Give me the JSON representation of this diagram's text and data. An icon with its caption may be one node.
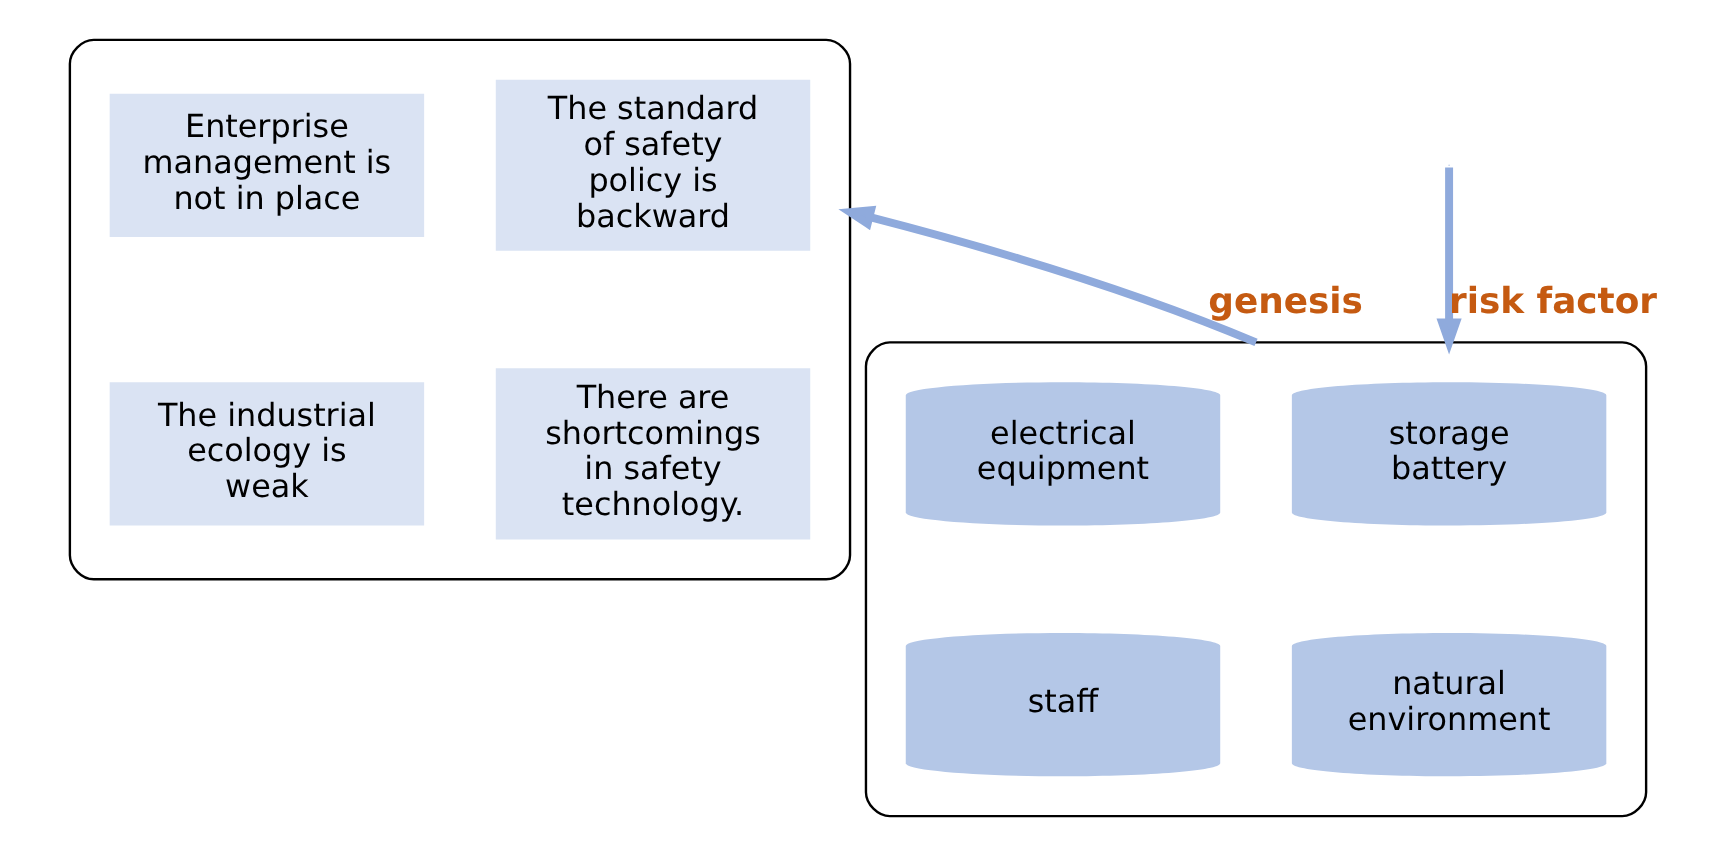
{
  "diagram": {
    "nodes": [
      {
        "text": [],
        "shape": "box"
      },
      {
        "text": [
          "storage battery"
        ],
        "in": 0
      },
      {
        "text": [
          "electrical equipment"
        ],
        "in": 0
      },
      {
        "text": [
          "natural environment"
        ],
        "in": 0
      },
      {
        "text": [
          "staff"
        ],
        "in": 0
      },
      {
        "text": [],
        "shape": "box"
      },
      {
        "text": [
          "The standard of safety policy is backward"
        ],
        "in": 5
      },
      {
        "text": [
          "Enterprise management is not in place"
        ],
        "in": 5
      },
      {
        "text": [
          "There are shortcomings in safety technology."
        ],
        "in": 5
      },
      {
        "text": [
          "The industrial ecology is weak"
        ],
        "in": 5
      }
    ],
    "edges": [
      {
        "from": null,
        "to": 0,
        "arrow": "to",
        "label": "risk factor"
      },
      {
        "from": 0,
        "to": 5,
        "arrow": "to",
        "label": "genesis"
      }
    ]
  }
}
